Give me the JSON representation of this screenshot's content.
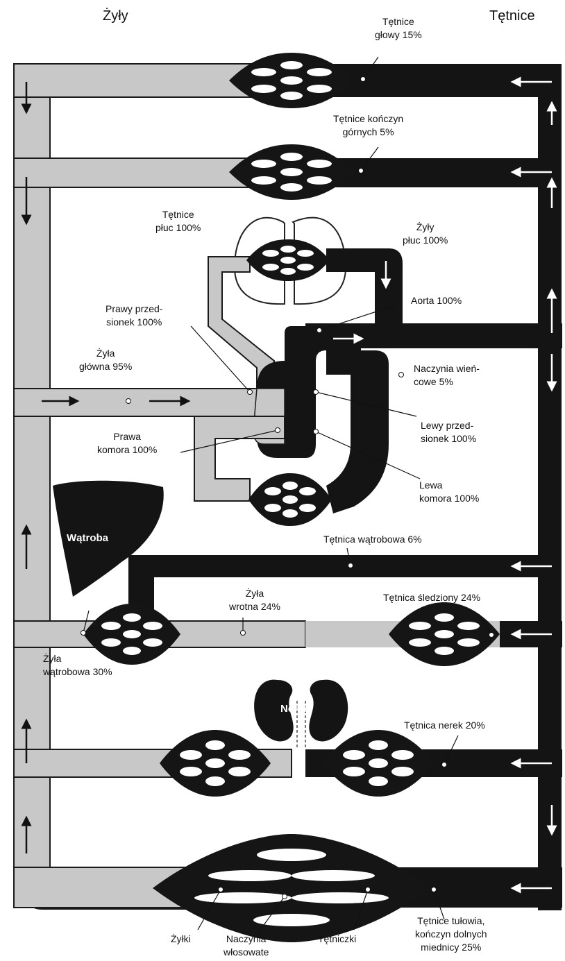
{
  "header": {
    "veins": "Żyły",
    "arteries": "Tętnice"
  },
  "labels": {
    "head_arteries": "Tętnice\ngłowy 15%",
    "upper_limb_arteries": "Tętnice kończyn\ngórnych 5%",
    "pulmonary_arteries": "Tętnice\npłuc 100%",
    "pulmonary_veins": "Żyły\npłuc 100%",
    "aorta": "Aorta 100%",
    "right_atrium": "Prawy przed-\nsionek 100%",
    "vena_cava": "Żyła\ngłówna 95%",
    "coronary": "Naczynia wień-\ncowe 5%",
    "left_atrium": "Lewy przed-\nsionek 100%",
    "right_ventricle": "Prawa\nkomora 100%",
    "left_ventricle": "Lewa\nkomora 100%",
    "liver": "Wątroba",
    "hepatic_artery": "Tętnica wątrobowa 6%",
    "portal_vein": "Żyła\nwrotna 24%",
    "splenic_artery": "Tętnica śledziony 24%",
    "hepatic_vein": "Żyła\nwątrobowa 30%",
    "kidneys": "Nerki",
    "renal_artery": "Tętnica nerek 20%",
    "trunk_arteries": "Tętnice tułowia,\nkończyn dolnych\nmiednicy 25%",
    "venules": "Żyłki",
    "capillaries": "Naczynia\nwłosowate",
    "arterioles": "Tętniczki"
  },
  "colors": {
    "arterial": "#141414",
    "venous": "#c9c9c9",
    "outline": "#1a1a1a",
    "background": "#ffffff"
  }
}
